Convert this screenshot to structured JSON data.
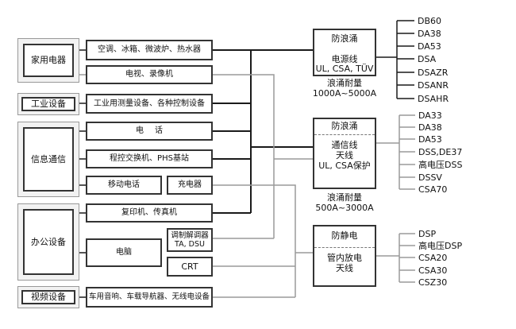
{
  "categories": [
    "家用电器",
    "工业设备",
    "信息通信",
    "办公设备",
    "视频设备"
  ],
  "devices": {
    "ac_fridge": "空调、冰箱、微波炉、热水器",
    "tv": "电视、录像机",
    "industrial": "工业用测量设备、各种控制设备",
    "phone": "电话",
    "pbx": "程控交换机、PHS基站",
    "mobile": "移动电话",
    "charger": "充电器",
    "copier": "复印机、传真机",
    "modem_1": "调制解调器",
    "modem_2": "TA, DSU",
    "pc": "电脑",
    "crt": "CRT",
    "car": "车用音响、车载导航器、无线电设备"
  },
  "protectors": {
    "power": {
      "title": "防浪涌",
      "line1": "电源线",
      "line2": "UL, CSA, TÜV",
      "rating_label": "浪涌耐量",
      "rating_value": "1000A~5000A"
    },
    "comm": {
      "title": "防浪涌",
      "line1": "通信线",
      "line2": "天线",
      "line3": "UL, CSA保护",
      "rating_label": "浪涌耐量",
      "rating_value": "500A~3000A"
    },
    "esd": {
      "title": "防静电",
      "line1": "管内放电",
      "line2": "天线"
    }
  },
  "series": {
    "power": [
      "DB60",
      "DA38",
      "DA53",
      "DSA",
      "DSAZR",
      "DSANR",
      "DSAHR"
    ],
    "comm": [
      "DA33",
      "DA38",
      "DA53",
      "DSS,DE37",
      "高电压DSS",
      "DSSV",
      "CSA70"
    ],
    "esd": [
      "DSP",
      "高电压DSP",
      "CSA20",
      "CSA30",
      "CSZ30"
    ]
  },
  "colors": {
    "black_line": "#1a1a1a",
    "gray_line": "#9a9a9a",
    "border": "#333333",
    "category_fill": "#f2f2f2"
  }
}
